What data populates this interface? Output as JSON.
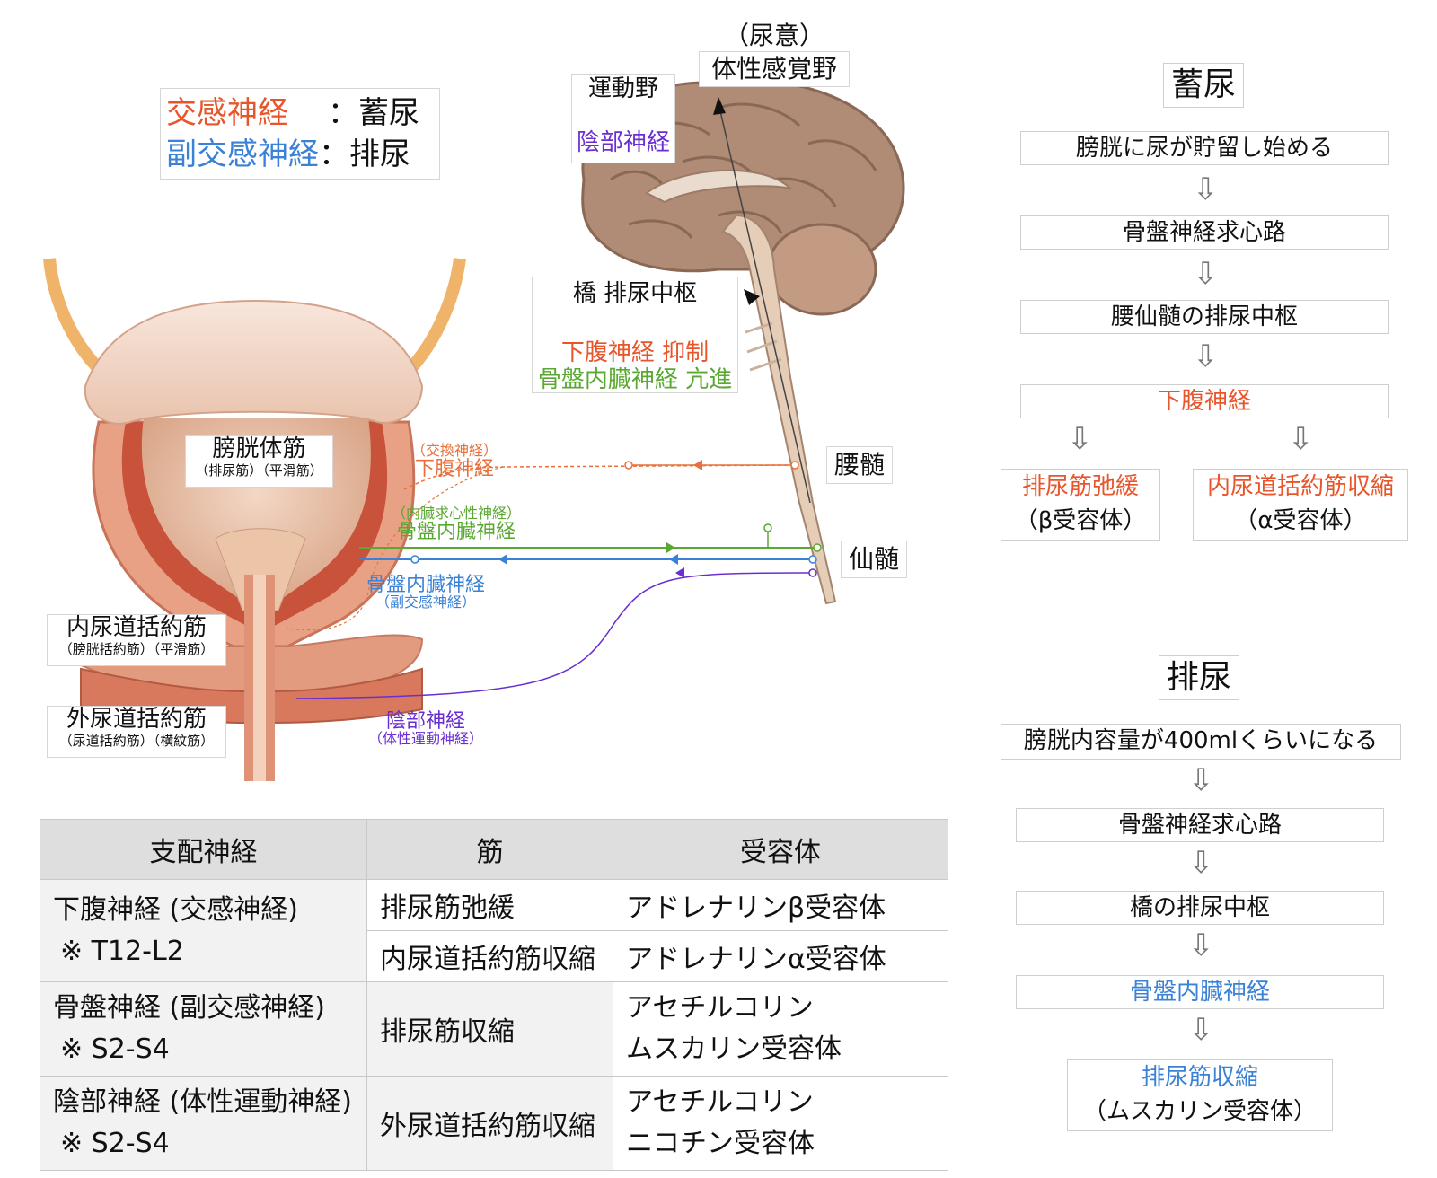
{
  "legend": {
    "sym_name": "交感神経",
    "sym_role": "：蓄尿",
    "para_name": "副交感神経",
    "para_role": "：排尿"
  },
  "brain": {
    "urge": "（尿意）",
    "somatosensory": "体性感覚野",
    "motor": "運動野",
    "pudendal": "陰部神経",
    "pons": "橋 排尿中枢",
    "hypogastric_inhibit": "下腹神経 抑制",
    "pelvic_excite": "骨盤内臓神経 亢進"
  },
  "anatomy": {
    "detrusor": "膀胱体筋",
    "detrusor_sub": "（排尿筋）（平滑筋）",
    "hypogastric_sub": "（交換神経）",
    "hypogastric": "下腹神経",
    "lumbar": "腰髄",
    "visceral_sub": "（内臓求心性神経）",
    "pelvic_visceral": "骨盤内臓神経",
    "sacral": "仙髄",
    "pelvic_visceral2": "骨盤内臓神経",
    "pelvic_visceral2_sub": "（副交感神経）",
    "internal_sphincter": "内尿道括約筋",
    "internal_sphincter_sub": "（膀胱括約筋）（平滑筋）",
    "external_sphincter": "外尿道括約筋",
    "external_sphincter_sub": "（尿道括約筋）（横紋筋）",
    "pudendal": "陰部神経",
    "pudendal_sub": "（体性運動神経）"
  },
  "colors": {
    "sympathetic": "#e8552a",
    "parasympathetic": "#3b82d6",
    "visceral": "#5aa832",
    "pudendal": "#6a2fd0",
    "hypogastric_line": "#e8703a"
  },
  "table": {
    "headers": [
      "支配神経",
      "筋",
      "受容体"
    ],
    "rows": [
      {
        "nerve": "下腹神経 (交感神経)",
        "note": "※ T12-L2",
        "m1": "排尿筋弛緩",
        "r1": "アドレナリンβ受容体",
        "m2": "内尿道括約筋収縮",
        "r2": "アドレナリンα受容体"
      },
      {
        "nerve": "骨盤神経 (副交感神経)",
        "note": "※ S2-S4",
        "m1": "排尿筋収縮",
        "r1a": "アセチルコリン",
        "r1b": "ムスカリン受容体"
      },
      {
        "nerve": "陰部神経 (体性運動神経)",
        "note": "※ S2-S4",
        "m1": "外尿道括約筋収縮",
        "r1a": "アセチルコリン",
        "r1b": "ニコチン受容体"
      }
    ]
  },
  "storage": {
    "title": "蓄尿",
    "steps": [
      "膀胱に尿が貯留し始める",
      "骨盤神経求心路",
      "腰仙髄の排尿中枢",
      "下腹神経"
    ],
    "left_a": "排尿筋弛緩",
    "left_b": "（β受容体）",
    "right_a": "内尿道括約筋収縮",
    "right_b": "（α受容体）"
  },
  "voiding": {
    "title": "排尿",
    "steps": [
      "膀胱内容量が400mlくらいになる",
      "骨盤神経求心路",
      "橋の排尿中枢",
      "骨盤内臓神経"
    ],
    "final_a": "排尿筋収縮",
    "final_b": "（ムスカリン受容体）"
  },
  "arrow_glyph": "⇩"
}
